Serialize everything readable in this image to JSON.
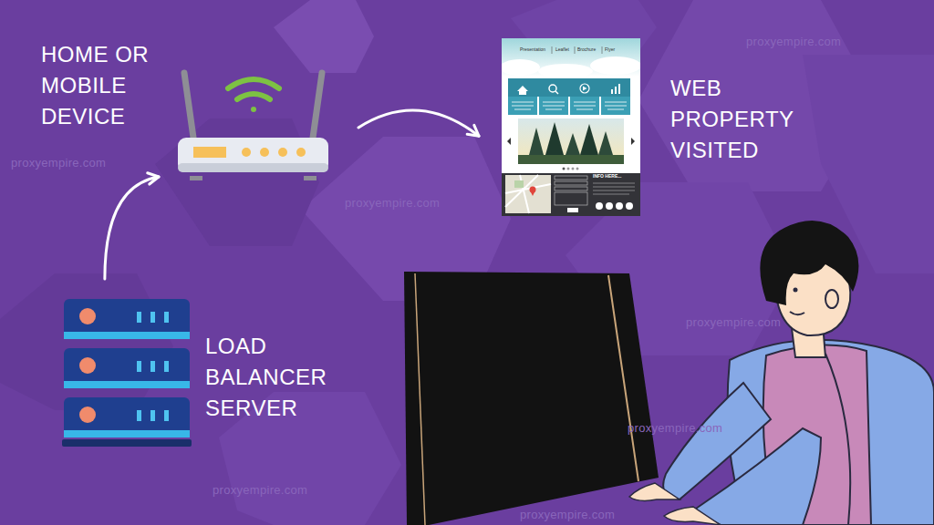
{
  "diagram": {
    "nodes": [
      {
        "text": [
          "HOME OR MOBILE DEVICE"
        ]
      },
      {
        "text": [
          "WEB PROPERTY VISITED"
        ]
      },
      {
        "text": [
          "LOAD BALANCER SERVER"
        ]
      }
    ],
    "edges": [
      {
        "from": 2,
        "to": 0,
        "arrow": "to"
      },
      {
        "from": 0,
        "to": 1,
        "arrow": "to"
      }
    ],
    "labels": [
      "proxyempire.com",
      "proxyempire.com",
      "proxyempire.com",
      "proxyempire.com",
      "proxyempire.com",
      "proxyempire.com",
      "proxyempire.com",
      "Presentation",
      "Leaflet",
      "Brochure",
      "Flyer",
      "INFO HERE..."
    ]
  }
}
